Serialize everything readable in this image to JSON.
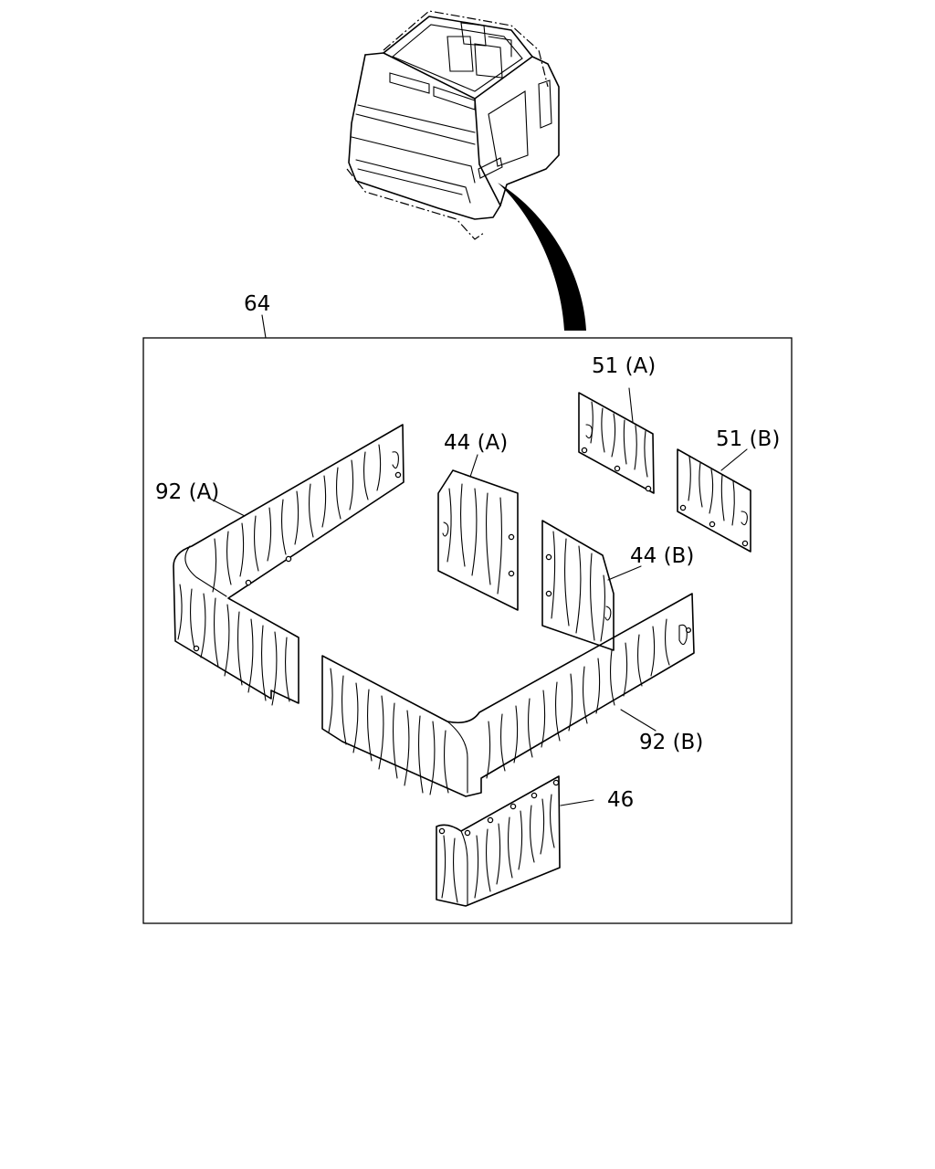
{
  "callouts": {
    "assembly": "64",
    "p51a": "51 (A)",
    "p51b": "51 (B)",
    "p44a": "44 (A)",
    "p44b": "44 (B)",
    "p92a": "92 (A)",
    "p92b": "92 (B)",
    "p46": "46"
  }
}
